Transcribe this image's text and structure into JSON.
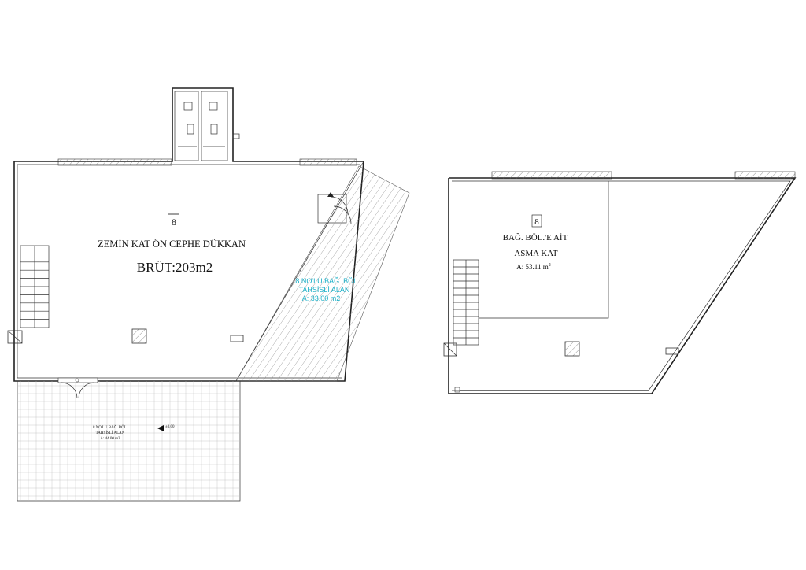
{
  "left_unit": {
    "number": "8",
    "title": "ZEMİN KAT ÖN CEPHE DÜKKAN",
    "area": "BRÜT:203m2",
    "allocated_line1": "8 NO'LU BAĞ. BÖL.",
    "allocated_line2": "TAHSİSLİ ALAN",
    "allocated_line3": "A: 33.00 m2",
    "front_line1": "8 NO'LU BAĞ. BÖL.",
    "front_line2": "TAHSİSLİ ALAN",
    "front_line3": "A: 44.00 m2",
    "level_mark": "±0.00"
  },
  "right_unit": {
    "number": "8",
    "line1": "BAĞ. BÖL.'E AİT",
    "line2": "ASMA KAT",
    "area": "A: 53.11 m",
    "area_sup": "2"
  },
  "colors": {
    "line": "#222222",
    "accent_text": "#1ab0c8"
  }
}
